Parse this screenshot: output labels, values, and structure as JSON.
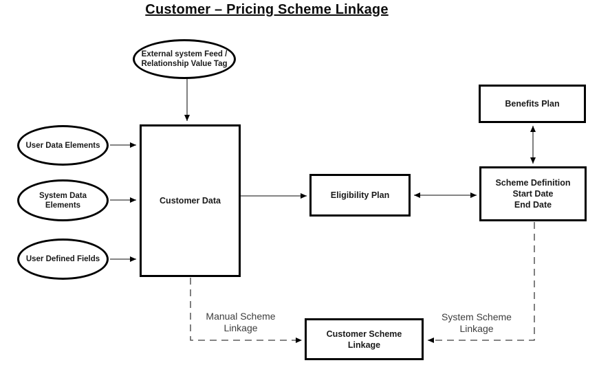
{
  "title": "Customer – Pricing Scheme Linkage",
  "nodes": {
    "external_feed": {
      "label": "External system Feed /\nRelationship Value Tag"
    },
    "user_data_elements": {
      "label": "User Data Elements"
    },
    "system_data_elements": {
      "label": "System Data Elements"
    },
    "user_defined_fields": {
      "label": "User Defined Fields"
    },
    "customer_data": {
      "label": "Customer Data"
    },
    "eligibility_plan": {
      "label": "Eligibility Plan"
    },
    "benefits_plan": {
      "label": "Benefits Plan"
    },
    "scheme_definition": {
      "label": "Scheme Definition\nStart Date\nEnd Date"
    },
    "customer_scheme_linkage": {
      "label": "Customer Scheme Linkage"
    }
  },
  "edge_labels": {
    "manual_scheme_linkage": "Manual Scheme\nLinkage",
    "system_scheme_linkage": "System Scheme\nLinkage"
  },
  "colors": {
    "background": "#ffffff",
    "node_border": "#000000",
    "node_text": "#1a1a1a",
    "connector_line": "#3a3a3a",
    "arrowhead": "#000000",
    "edge_label_text": "#3d3d3d"
  }
}
